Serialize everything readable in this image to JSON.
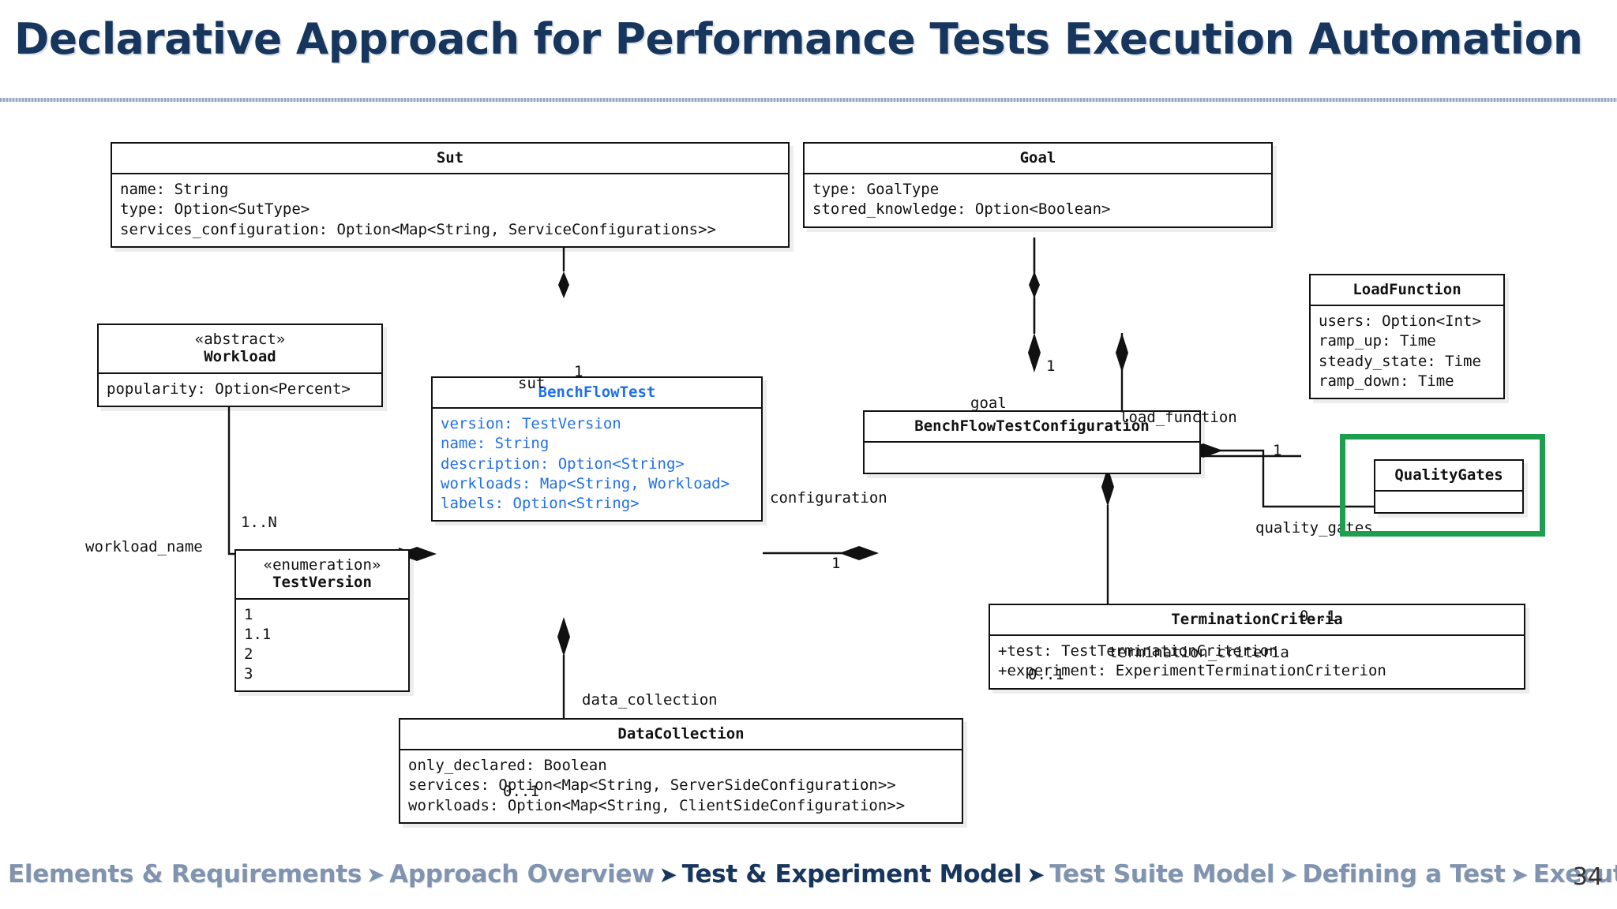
{
  "slide": {
    "title": "Declarative Approach for Performance Tests Execution Automation",
    "page_number": "34",
    "accent_title_color": "#17365D",
    "class_text_color": "#111111",
    "highlight_color": "#1E9E4F",
    "blue_class_color": "#1F6FEB"
  },
  "classes": {
    "sut": {
      "name": "Sut",
      "stereotype": "",
      "attributes": "name: String\ntype: Option<SutType>\nservices_configuration: Option<Map<String, ServiceConfigurations>>"
    },
    "goal": {
      "name": "Goal",
      "stereotype": "",
      "attributes": "type: GoalType\nstored_knowledge: Option<Boolean>"
    },
    "workload": {
      "name": "Workload",
      "stereotype": "«abstract»",
      "attributes": "popularity: Option<Percent>"
    },
    "test_version": {
      "name": "TestVersion",
      "stereotype": "«enumeration»",
      "attributes": "1\n1.1\n2\n3"
    },
    "benchflowtest": {
      "name": "BenchFlowTest",
      "stereotype": "",
      "attributes": "version: TestVersion\nname: String\ndescription: Option<String>\nworkloads: Map<String, Workload>\nlabels: Option<String>"
    },
    "benchflowtestconfiguration": {
      "name": "BenchFlowTestConfiguration",
      "stereotype": "",
      "attributes": ""
    },
    "loadfunction": {
      "name": "LoadFunction",
      "stereotype": "",
      "attributes": "users: Option<Int>\nramp_up: Time\nsteady_state: Time\nramp_down: Time"
    },
    "qualitygates": {
      "name": "QualityGates",
      "stereotype": "",
      "attributes": ""
    },
    "terminationcriteria": {
      "name": "TerminationCriteria",
      "stereotype": "",
      "attributes": "+test: TestTerminationCriterion\n+experiment: ExperimentTerminationCriterion"
    },
    "datacollection": {
      "name": "DataCollection",
      "stereotype": "",
      "attributes": "only_declared: Boolean\nservices: Option<Map<String, ServerSideConfiguration>>\nworkloads: Option<Map<String, ClientSideConfiguration>>"
    }
  },
  "relations": {
    "sut": {
      "role": "sut",
      "multiplicity": "1"
    },
    "goal": {
      "role": "goal",
      "multiplicity": "1"
    },
    "workload_name": {
      "role": "workload_name",
      "multiplicity": "1..N"
    },
    "configuration": {
      "role": "configuration",
      "multiplicity": "1"
    },
    "load_function": {
      "role": "load_function",
      "multiplicity": "1"
    },
    "quality_gates": {
      "role": "quality_gates",
      "multiplicity": "0..1"
    },
    "termination_criteria": {
      "role": "termination_criteria",
      "multiplicity": "0..1"
    },
    "data_collection": {
      "role": "data_collection",
      "multiplicity": "0..1"
    }
  },
  "footer": {
    "crumbs": [
      {
        "label": "Elements & Requirements",
        "active": false
      },
      {
        "label": "Approach Overview",
        "active": false
      },
      {
        "label": "Test & Experiment Model",
        "active": true
      },
      {
        "label": "Test Suite Model",
        "active": false
      },
      {
        "label": "Defining a Test",
        "active": false
      },
      {
        "label": "Executing a Test",
        "active": false
      }
    ],
    "separator": "➤"
  }
}
